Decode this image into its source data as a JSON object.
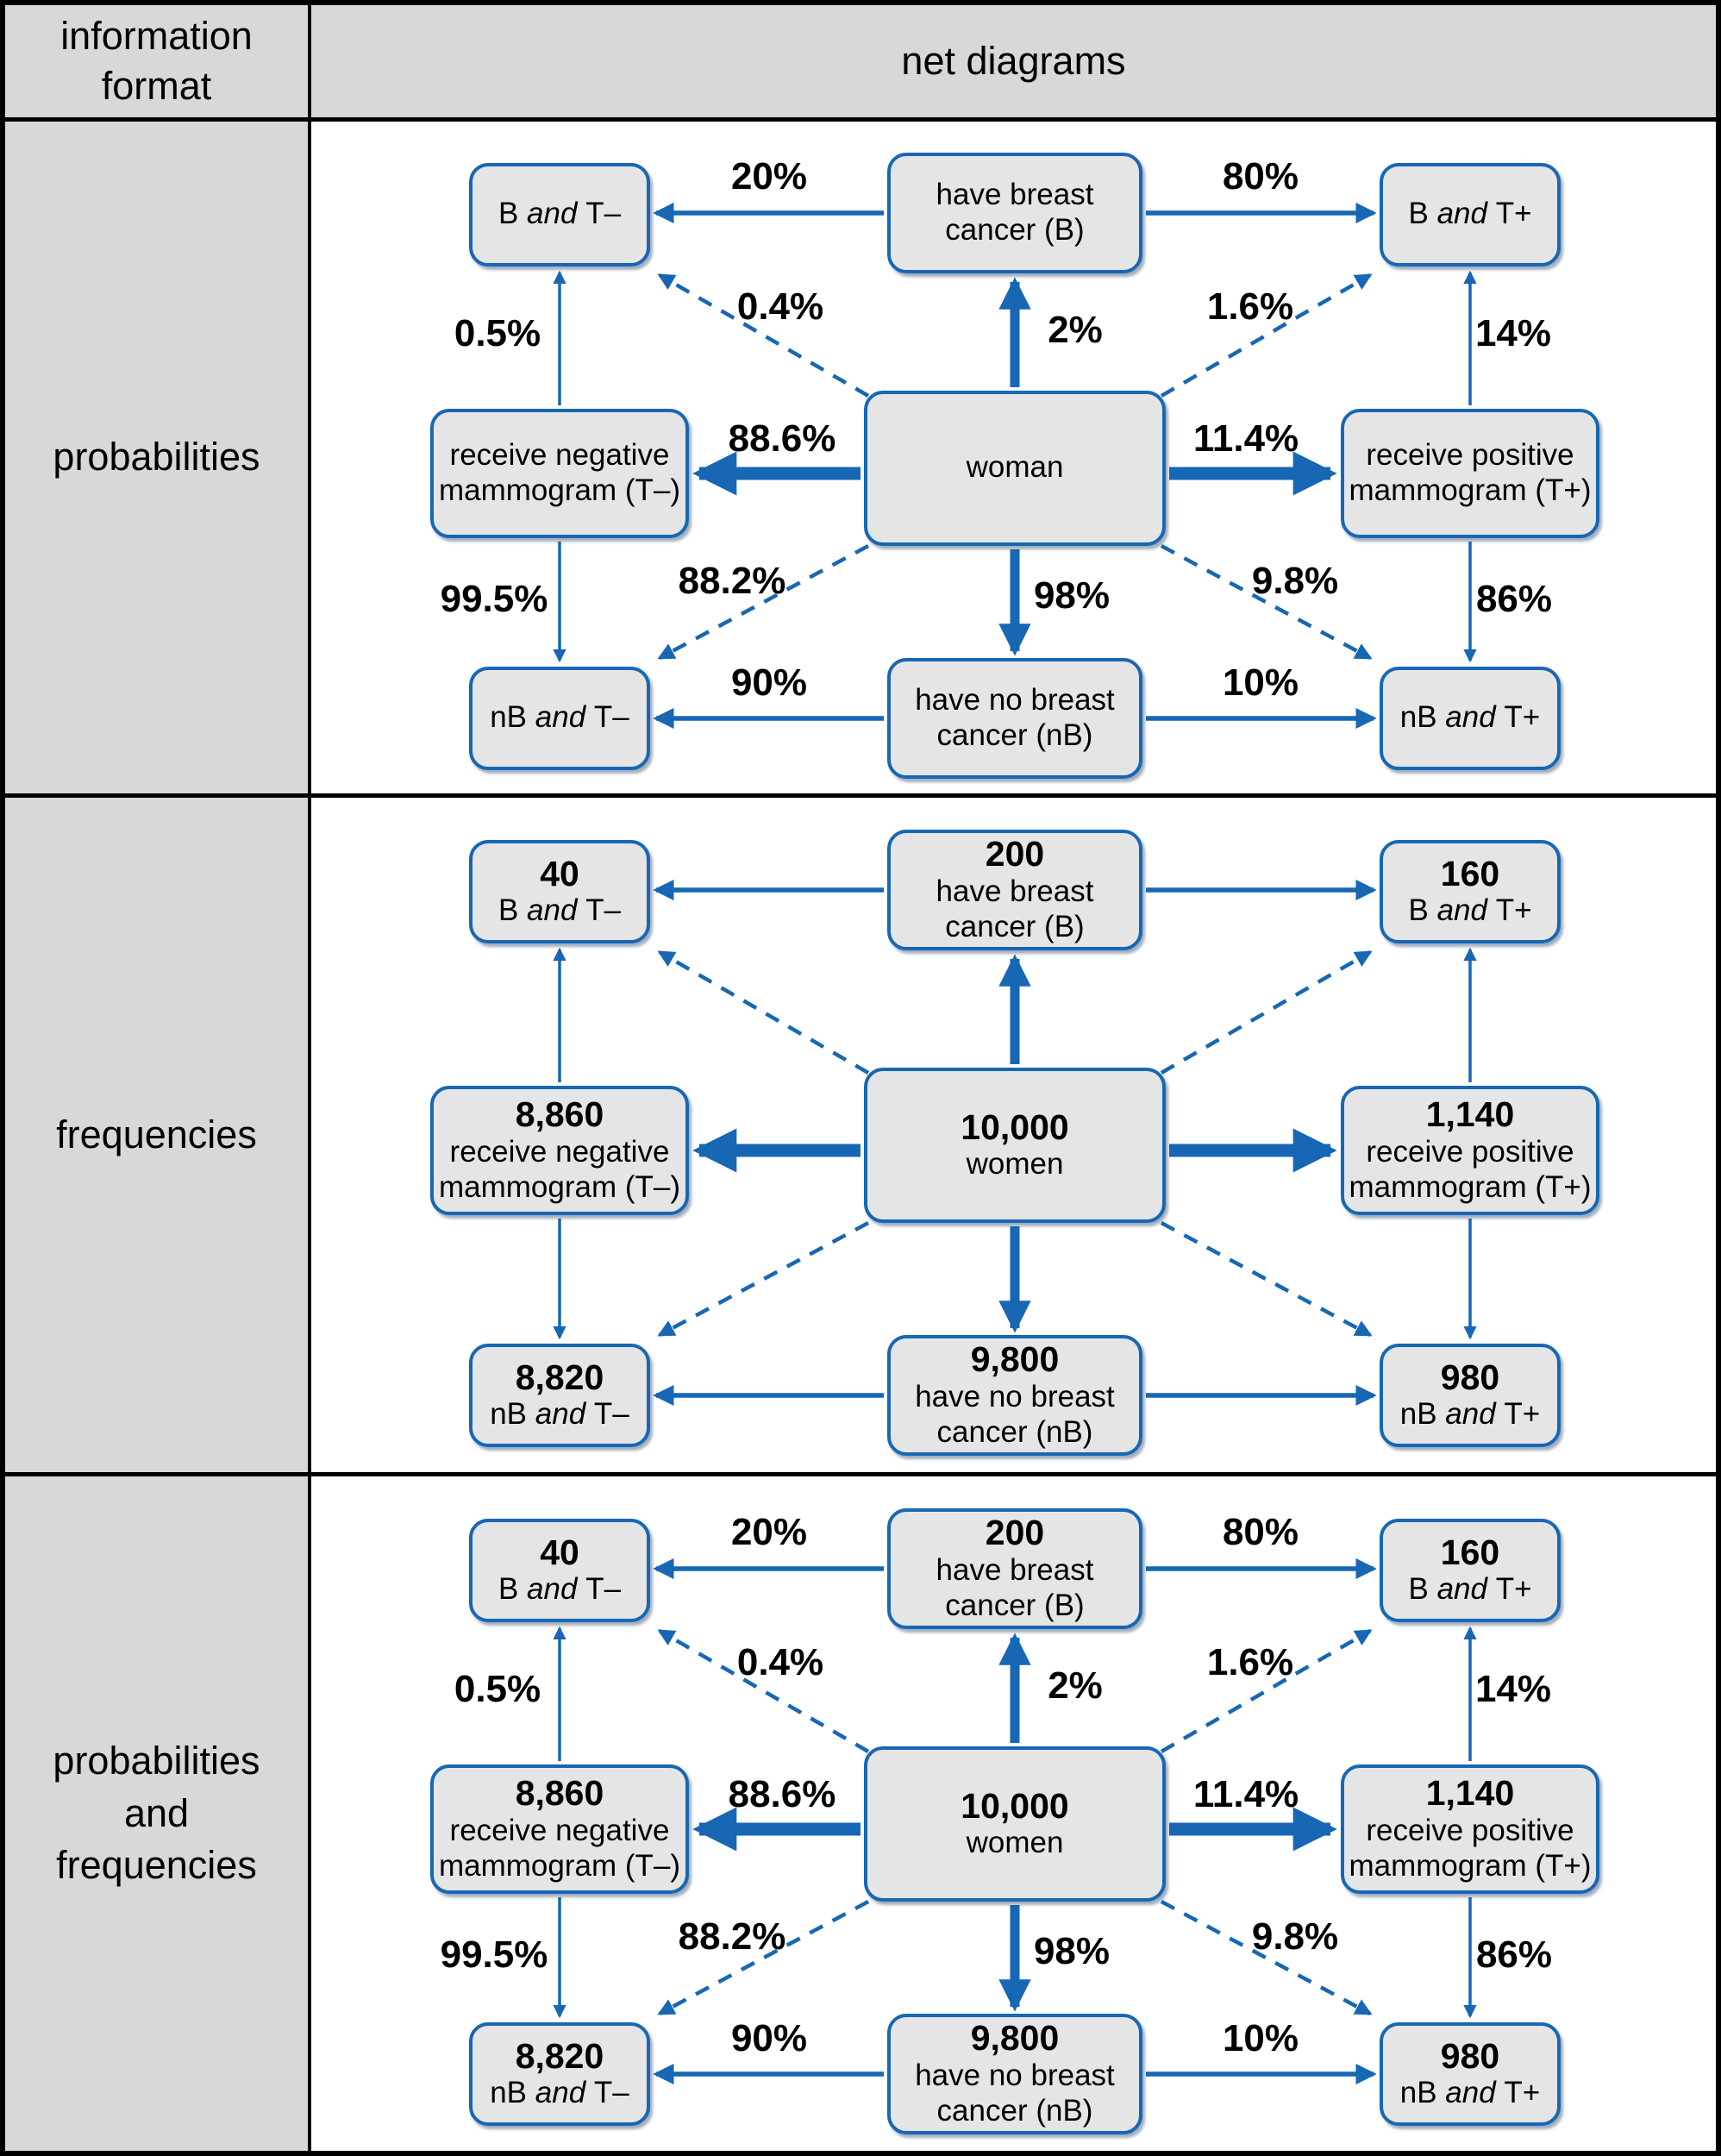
{
  "header": {
    "col1": "information format",
    "col2": "net diagrams"
  },
  "colors": {
    "accent_blue": "#1767b4",
    "node_fill": "#e5e5e5",
    "table_gray": "#d8d8d8",
    "grid_black": "#000000"
  },
  "rows": [
    {
      "label": [
        "probabilities",
        "",
        ""
      ],
      "nodes": {
        "tl": {
          "num": "",
          "pre": "B",
          "and": "and",
          "post": "T–"
        },
        "top": {
          "num": "",
          "l1": "have breast",
          "l2": "cancer (B)"
        },
        "tr": {
          "num": "",
          "pre": "B",
          "and": "and",
          "post": "T+"
        },
        "left": {
          "num": "",
          "l1": "receive negative",
          "l2": "mammogram (T–)"
        },
        "center": {
          "num": "",
          "l1": "woman",
          "l2": ""
        },
        "right": {
          "num": "",
          "l1": "receive positive",
          "l2": "mammogram (T+)"
        },
        "bl": {
          "num": "",
          "pre": "nB",
          "and": "and",
          "post": "T–"
        },
        "bottom": {
          "num": "",
          "l1": "have no breast",
          "l2": "cancer (nB)"
        },
        "br": {
          "num": "",
          "pre": "nB",
          "and": "and",
          "post": "T+"
        }
      },
      "edges": {
        "t_tl": "20%",
        "t_tr": "80%",
        "c_t": "2%",
        "d_tl": "0.4%",
        "d_tr": "1.6%",
        "l_tl": "0.5%",
        "r_tr": "14%",
        "c_l": "88.6%",
        "c_r": "11.4%",
        "d_bl": "88.2%",
        "c_b": "98%",
        "d_br": "9.8%",
        "l_bl": "99.5%",
        "r_br": "86%",
        "b_bl": "90%",
        "b_br": "10%"
      }
    },
    {
      "label": [
        "frequencies",
        "",
        ""
      ],
      "nodes": {
        "tl": {
          "num": "40",
          "pre": "B",
          "and": "and",
          "post": "T–"
        },
        "top": {
          "num": "200",
          "l1": "have breast",
          "l2": "cancer (B)"
        },
        "tr": {
          "num": "160",
          "pre": "B",
          "and": "and",
          "post": "T+"
        },
        "left": {
          "num": "8,860",
          "l1": "receive negative",
          "l2": "mammogram (T–)"
        },
        "center": {
          "num": "10,000",
          "l1": "women",
          "l2": ""
        },
        "right": {
          "num": "1,140",
          "l1": "receive positive",
          "l2": "mammogram (T+)"
        },
        "bl": {
          "num": "8,820",
          "pre": "nB",
          "and": "and",
          "post": "T–"
        },
        "bottom": {
          "num": "9,800",
          "l1": "have no breast",
          "l2": "cancer (nB)"
        },
        "br": {
          "num": "980",
          "pre": "nB",
          "and": "and",
          "post": "T+"
        }
      },
      "edges": {}
    },
    {
      "label": [
        "probabilities",
        "and",
        "frequencies"
      ],
      "nodes": {
        "tl": {
          "num": "40",
          "pre": "B",
          "and": "and",
          "post": "T–"
        },
        "top": {
          "num": "200",
          "l1": "have breast",
          "l2": "cancer (B)"
        },
        "tr": {
          "num": "160",
          "pre": "B",
          "and": "and",
          "post": "T+"
        },
        "left": {
          "num": "8,860",
          "l1": "receive negative",
          "l2": "mammogram (T–)"
        },
        "center": {
          "num": "10,000",
          "l1": "women",
          "l2": ""
        },
        "right": {
          "num": "1,140",
          "l1": "receive positive",
          "l2": "mammogram (T+)"
        },
        "bl": {
          "num": "8,820",
          "pre": "nB",
          "and": "and",
          "post": "T–"
        },
        "bottom": {
          "num": "9,800",
          "l1": "have no breast",
          "l2": "cancer (nB)"
        },
        "br": {
          "num": "980",
          "pre": "nB",
          "and": "and",
          "post": "T+"
        }
      },
      "edges": {
        "t_tl": "20%",
        "t_tr": "80%",
        "c_t": "2%",
        "d_tl": "0.4%",
        "d_tr": "1.6%",
        "l_tl": "0.5%",
        "r_tr": "14%",
        "c_l": "88.6%",
        "c_r": "11.4%",
        "d_bl": "88.2%",
        "c_b": "98%",
        "d_br": "9.8%",
        "l_bl": "99.5%",
        "r_br": "86%",
        "b_bl": "90%",
        "b_br": "10%"
      }
    }
  ]
}
